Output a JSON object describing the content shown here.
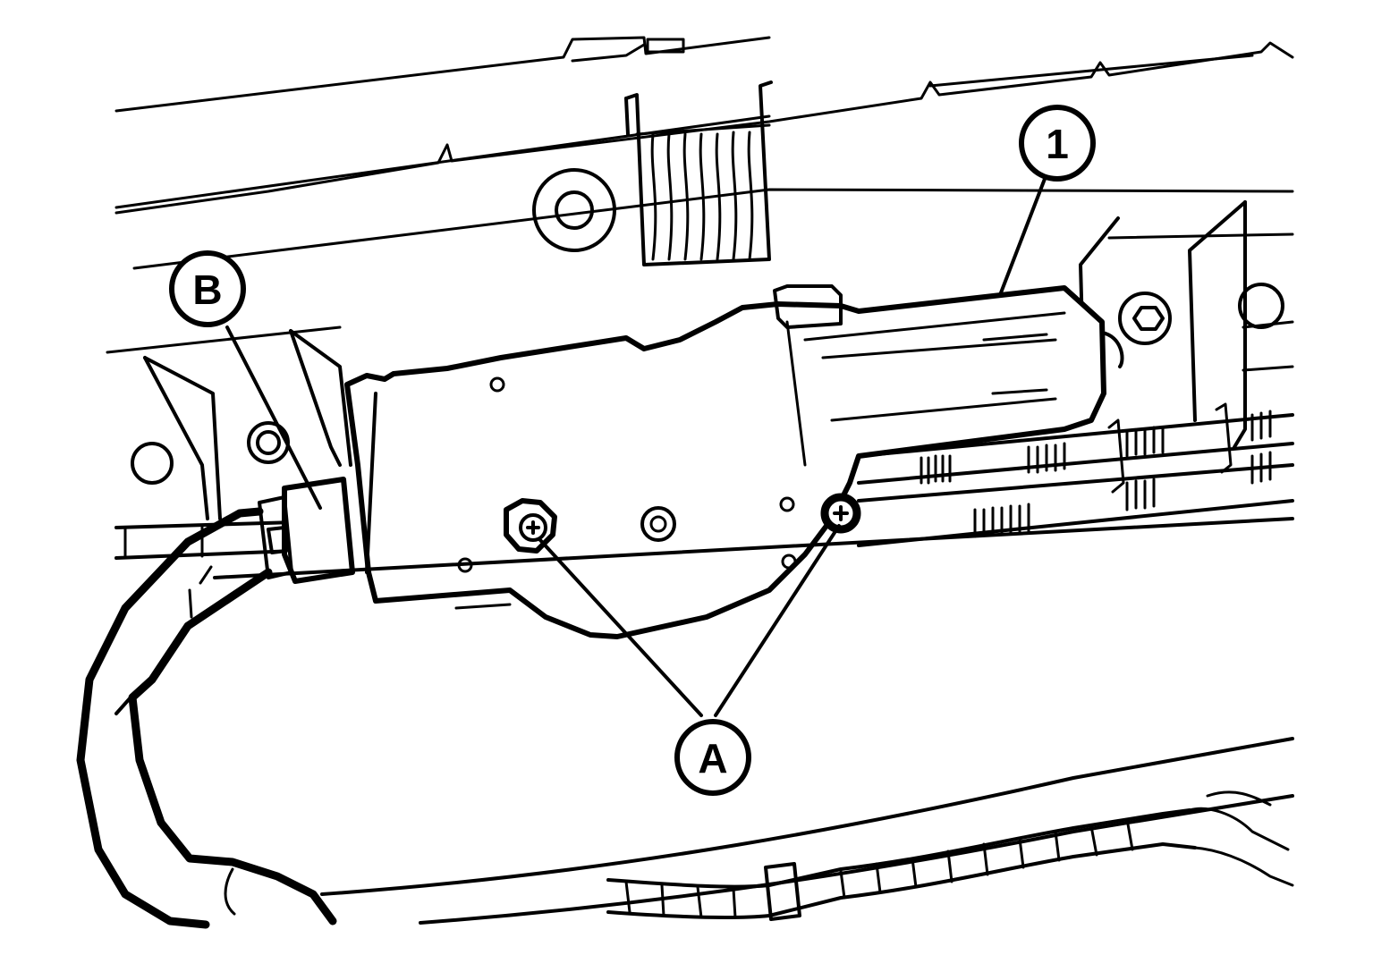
{
  "callouts": {
    "part1": "1",
    "partA": "A",
    "partB": "B"
  },
  "colors": {
    "line": "#000000",
    "background": "#ffffff"
  }
}
